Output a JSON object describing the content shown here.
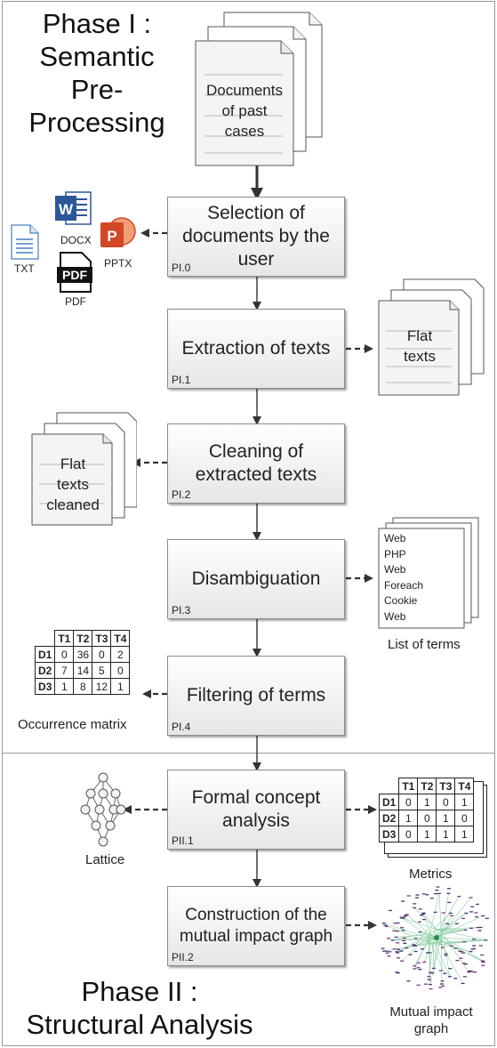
{
  "phase1": {
    "title_lines": [
      "Phase I :",
      "Semantic",
      "Pre-Processing"
    ]
  },
  "phase2": {
    "title_lines": [
      "Phase II :",
      "Structural Analysis"
    ]
  },
  "steps": [
    {
      "id": "PI.0",
      "label_lines": [
        "Selection of",
        "documents by the",
        "user"
      ]
    },
    {
      "id": "PI.1",
      "label_lines": [
        "Extraction of texts"
      ]
    },
    {
      "id": "PI.2",
      "label_lines": [
        "Cleaning of",
        "extracted texts"
      ]
    },
    {
      "id": "PI.3",
      "label_lines": [
        "Disambiguation"
      ]
    },
    {
      "id": "PI.4",
      "label_lines": [
        "Filtering of terms"
      ]
    },
    {
      "id": "PII.1",
      "label_lines": [
        "Formal concept",
        "analysis"
      ]
    },
    {
      "id": "PII.2",
      "label_lines": [
        "Construction of the",
        "mutual impact graph"
      ]
    }
  ],
  "source_docs": {
    "text_lines": [
      "Documents",
      "of past",
      "cases"
    ]
  },
  "file_types": {
    "txt": "TXT",
    "docx": "DOCX",
    "pptx": "PPTX",
    "pdf": "PDF",
    "word_glyph": "W",
    "ppt_glyph": "P"
  },
  "flat_texts": {
    "text_lines": [
      "Flat",
      "texts"
    ]
  },
  "flat_texts_cleaned": {
    "text_lines": [
      "Flat",
      "texts",
      "cleaned"
    ]
  },
  "list_of_terms": {
    "terms": [
      "Web",
      "PHP",
      "Web",
      "Foreach",
      "Cookie",
      "Web"
    ],
    "caption": "List of terms"
  },
  "occurrence_matrix": {
    "caption": "Occurrence matrix",
    "columns": [
      "T1",
      "T2",
      "T3",
      "T4"
    ],
    "rows": [
      {
        "name": "D1",
        "values": [
          "0",
          "36",
          "0",
          "2"
        ]
      },
      {
        "name": "D2",
        "values": [
          "7",
          "14",
          "5",
          "0"
        ]
      },
      {
        "name": "D3",
        "values": [
          "1",
          "8",
          "12",
          "1"
        ]
      }
    ]
  },
  "metrics": {
    "caption": "Metrics",
    "columns": [
      "T1",
      "T2",
      "T3",
      "T4"
    ],
    "rows": [
      {
        "name": "D1",
        "values": [
          "0",
          "1",
          "0",
          "1"
        ]
      },
      {
        "name": "D2",
        "values": [
          "1",
          "0",
          "1",
          "0"
        ]
      },
      {
        "name": "D3",
        "values": [
          "0",
          "1",
          "1",
          "1"
        ]
      }
    ]
  },
  "lattice": {
    "caption": "Lattice"
  },
  "mutual_impact_graph": {
    "caption_lines": [
      "Mutual impact",
      "graph"
    ]
  }
}
